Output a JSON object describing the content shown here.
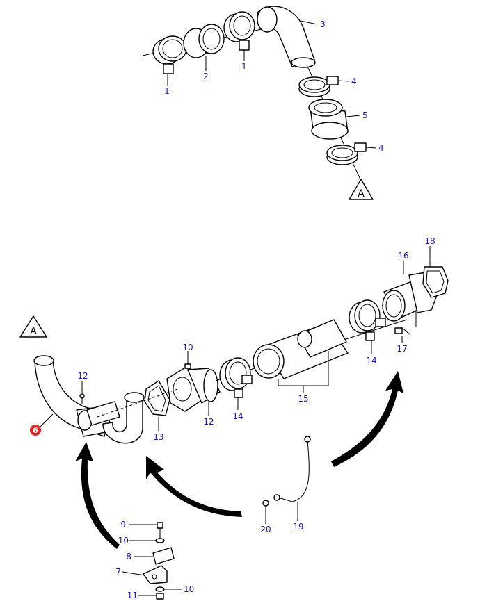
{
  "colors": {
    "callout": "#1a1ab4",
    "highlight": "#e02424",
    "line": "#000000"
  },
  "reference_markers": [
    "A",
    "A"
  ],
  "highlighted_part": "6",
  "callouts": [
    "1",
    "2",
    "1",
    "3",
    "4",
    "5",
    "4",
    "10",
    "12",
    "6",
    "13",
    "12",
    "14",
    "15",
    "14",
    "16",
    "18",
    "17",
    "20",
    "19",
    "9",
    "10",
    "8",
    "7",
    "11",
    "10"
  ]
}
